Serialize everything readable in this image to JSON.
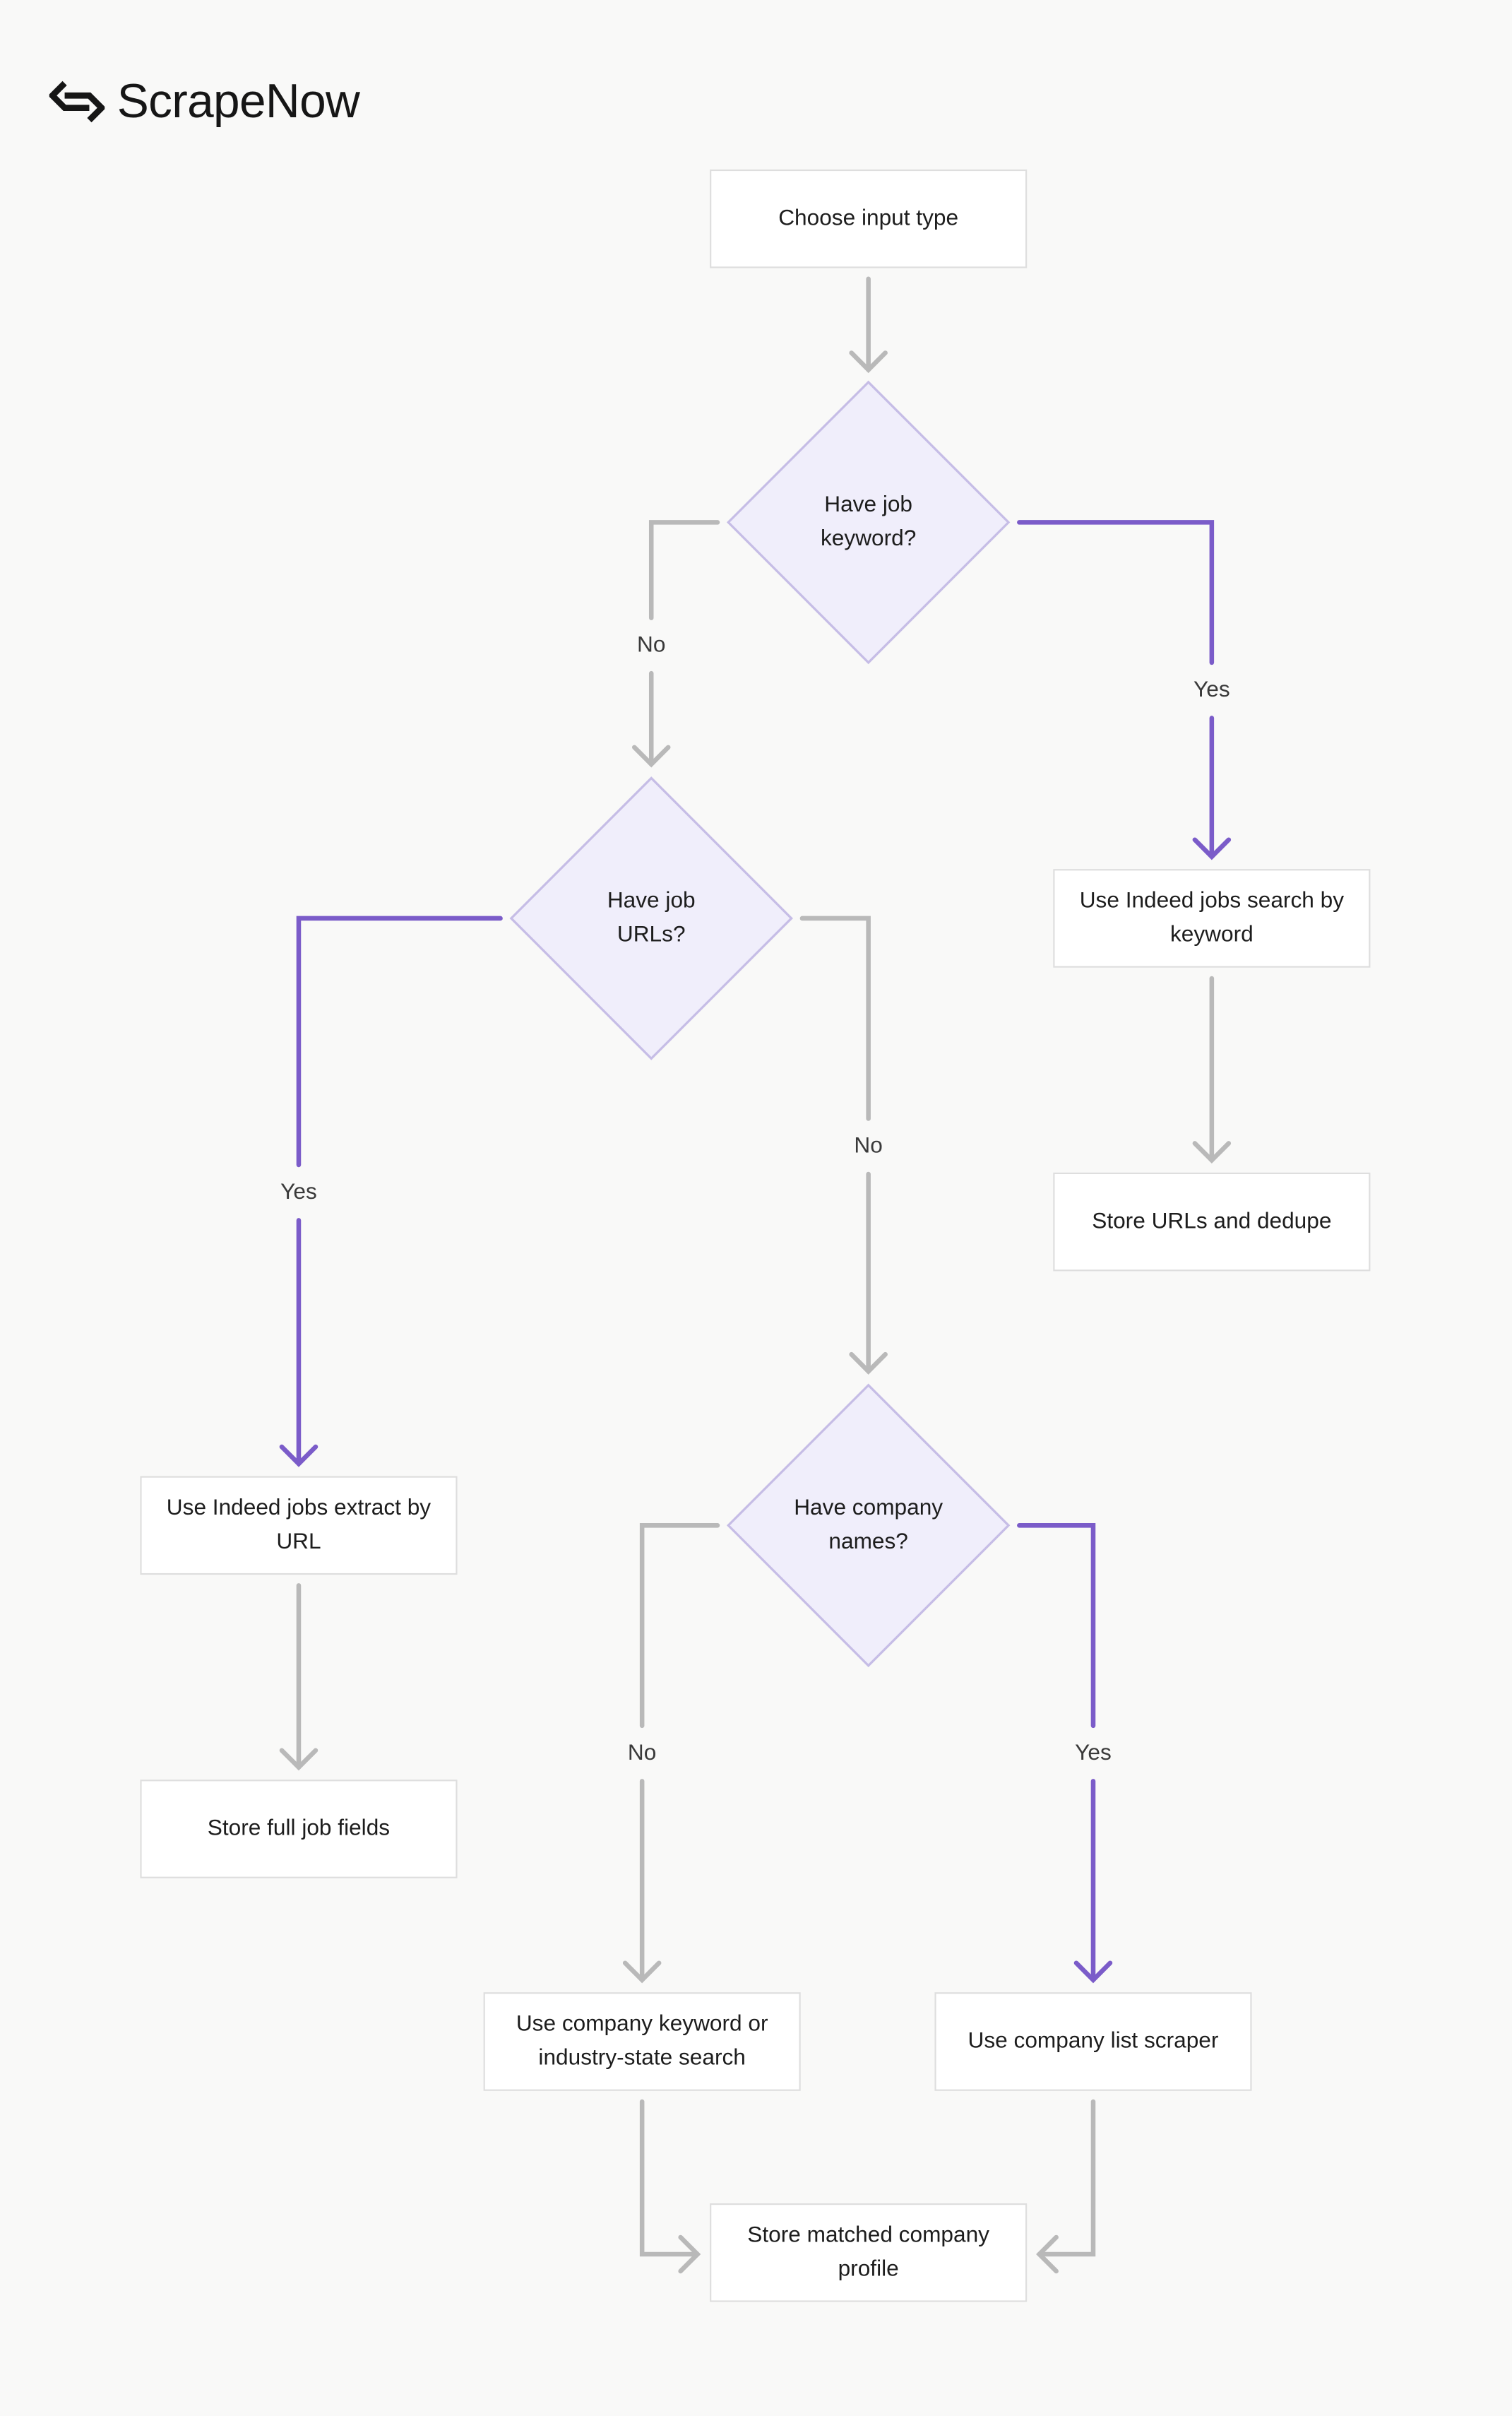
{
  "brand": {
    "name": "ScrapeNow",
    "logo_icon": "scrapenow-logo-icon"
  },
  "colors": {
    "background": "#f9f9f8",
    "node_fill": "#ffffff",
    "node_border": "#dedede",
    "decision_fill": "#f0eefb",
    "decision_border": "#c6bde6",
    "edge_default": "#b9b9b9",
    "edge_highlight": "#7b5cc9",
    "text": "#1d1d1d"
  },
  "nodes": {
    "choose_input_type": "Choose input type",
    "have_job_keyword": "Have job keyword?",
    "have_job_urls": "Have job URLs?",
    "have_company_names": "Have company names?",
    "indeed_jobs_search_by_keyword": "Use Indeed jobs search by keyword",
    "store_urls_and_dedupe": "Store URLs and dedupe",
    "indeed_jobs_extract_by_url": "Use Indeed jobs extract by URL",
    "store_full_job_fields": "Store full job fields",
    "company_keyword_or_industry_state_search": "Use company keyword or industry-state search",
    "company_list_scraper": "Use company list scraper",
    "store_matched_company_profile": "Store matched company profile"
  },
  "edges": [
    {
      "from": "choose_input_type",
      "to": "have_job_keyword",
      "label": "",
      "highlight": false
    },
    {
      "from": "have_job_keyword",
      "to": "have_job_urls",
      "label": "No",
      "highlight": false
    },
    {
      "from": "have_job_keyword",
      "to": "indeed_jobs_search_by_keyword",
      "label": "Yes",
      "highlight": true
    },
    {
      "from": "indeed_jobs_search_by_keyword",
      "to": "store_urls_and_dedupe",
      "label": "",
      "highlight": false
    },
    {
      "from": "have_job_urls",
      "to": "indeed_jobs_extract_by_url",
      "label": "Yes",
      "highlight": true
    },
    {
      "from": "have_job_urls",
      "to": "have_company_names",
      "label": "No",
      "highlight": false
    },
    {
      "from": "indeed_jobs_extract_by_url",
      "to": "store_full_job_fields",
      "label": "",
      "highlight": false
    },
    {
      "from": "have_company_names",
      "to": "company_keyword_or_industry_state_search",
      "label": "No",
      "highlight": false
    },
    {
      "from": "have_company_names",
      "to": "company_list_scraper",
      "label": "Yes",
      "highlight": true
    },
    {
      "from": "company_keyword_or_industry_state_search",
      "to": "store_matched_company_profile",
      "label": "",
      "highlight": false
    },
    {
      "from": "company_list_scraper",
      "to": "store_matched_company_profile",
      "label": "",
      "highlight": false
    }
  ]
}
